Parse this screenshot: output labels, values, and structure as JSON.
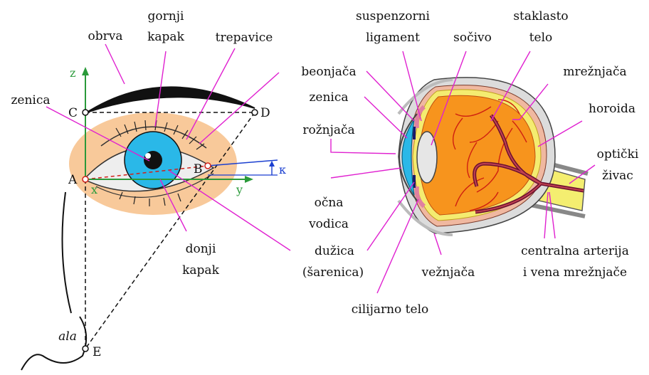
{
  "left_figure": {
    "labels": {
      "eyebrow": "obrva",
      "upper_lid": [
        "gornji",
        "kapak"
      ],
      "lashes": "trepavice",
      "pupil": "zenica",
      "lower_lid": [
        "donji",
        "kapak"
      ],
      "nose": "ala"
    },
    "points": {
      "A": "A",
      "B": "B",
      "C": "C",
      "D": "D",
      "E": "E"
    },
    "axes": {
      "x": "x",
      "y": "y",
      "z": "z",
      "kappa": "κ"
    }
  },
  "right_figure": {
    "labels": {
      "suspensory": [
        "suspenzorni",
        "ligament"
      ],
      "lens": "sočivo",
      "vitreous": [
        "staklasto",
        "telo"
      ],
      "sclera": "beonjača",
      "retina": "mrežnjača",
      "pupil": "zenica",
      "choroid": "horoida",
      "cornea": "rožnjača",
      "optic_nerve": [
        "optički",
        "živac"
      ],
      "aqueous": [
        "očna",
        "vodica"
      ],
      "iris": [
        "dužica",
        "(šarenica)"
      ],
      "conjunctiva": "vežnjača",
      "artery": [
        "centralna arterija",
        "i vena mrežnjače"
      ],
      "ciliary": "cilijarno telo"
    }
  },
  "colors": {
    "leader": "#e020d0",
    "skin": "#f8c99a",
    "iris": "#2ab8e8",
    "vitreous": "#f7941d",
    "axis_green": "#2a9a3a",
    "axis_blue": "#1a3fd0",
    "vessel": "#6a1030",
    "nerve": "#f4ee70"
  }
}
